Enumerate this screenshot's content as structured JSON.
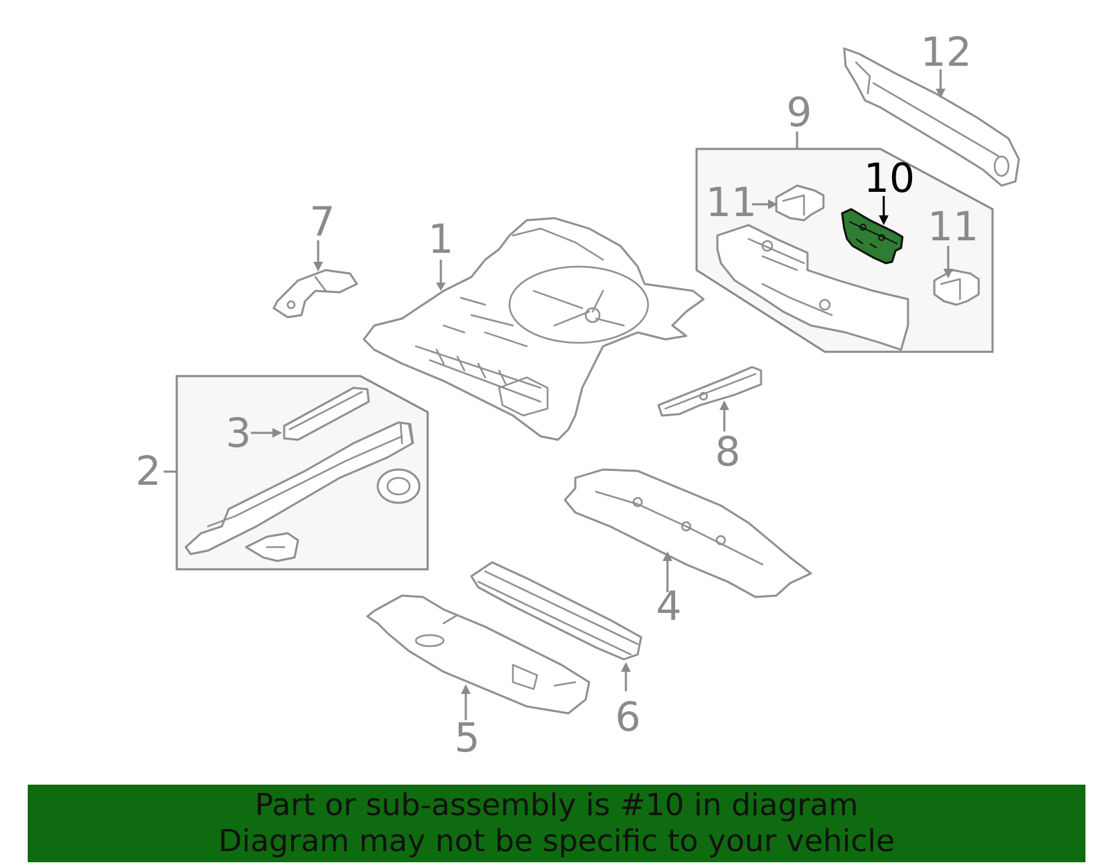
{
  "callouts": {
    "c1": "1",
    "c2": "2",
    "c3": "3",
    "c4": "4",
    "c5": "5",
    "c6": "6",
    "c7": "7",
    "c8": "8",
    "c9": "9",
    "c10": "10",
    "c11a": "11",
    "c11b": "11",
    "c12": "12"
  },
  "highlight": {
    "part_number": "10",
    "fill_color": "#2e7d32",
    "banner_color": "#0f6b0f"
  },
  "banner": {
    "line1": "Part or sub-assembly is #10 in diagram",
    "line2": "Diagram may not be specific to your vehicle"
  }
}
